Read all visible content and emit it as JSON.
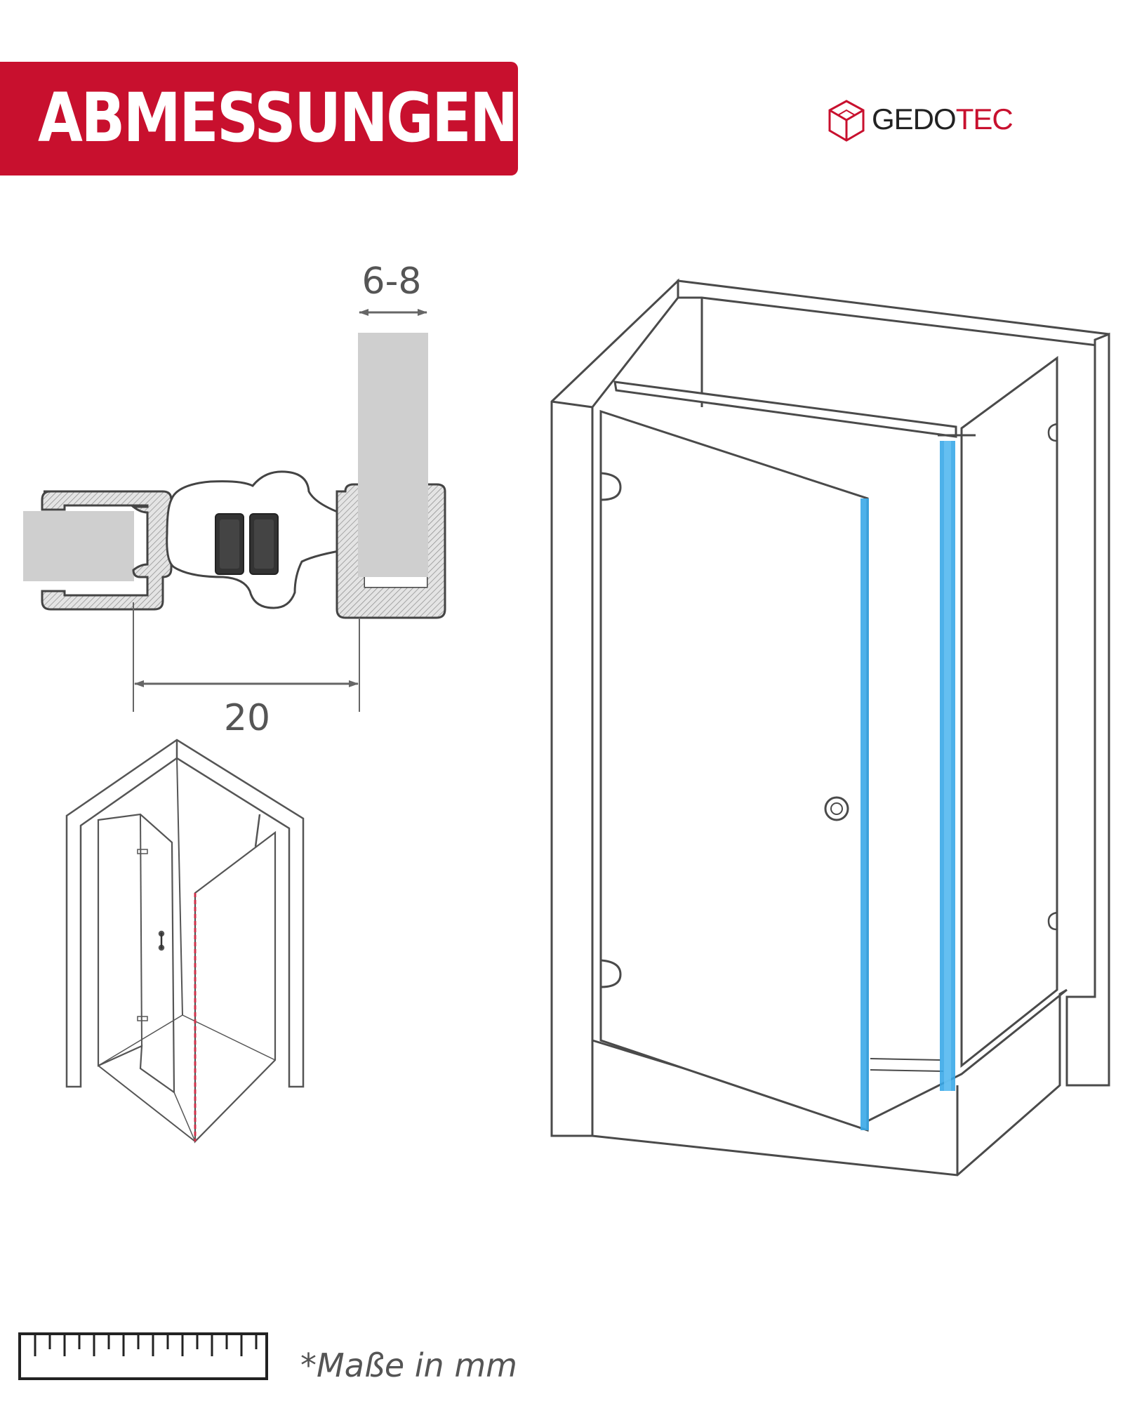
{
  "header": {
    "title": "ABMESSUNGEN"
  },
  "brand": {
    "name_part1": "GEDO",
    "name_part2": "TEC",
    "logo_icon": "cube-icon"
  },
  "dimensions": {
    "glass_thickness": "6-8",
    "profile_width": "20"
  },
  "footer": {
    "note": "*Maße in mm",
    "ruler_icon": "ruler-icon"
  },
  "colors": {
    "banner": "#c8102e",
    "highlight": "#3aa8e8",
    "seal_marker": "#d0304a",
    "glass": "#cfcfcf"
  }
}
